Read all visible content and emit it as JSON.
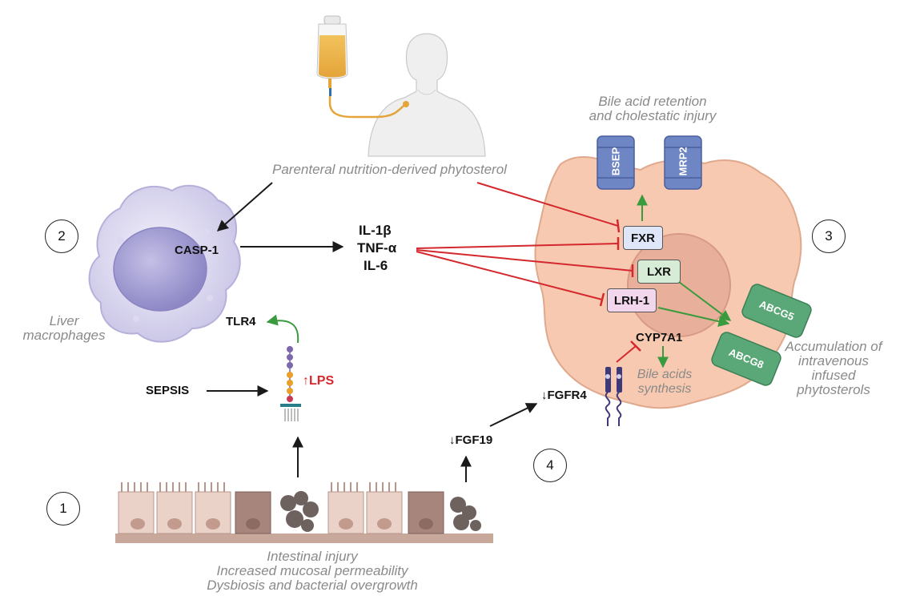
{
  "labels": {
    "parenteral": "Parenteral nutrition-derived phytosterol",
    "bile_retention_1": "Bile acid retention",
    "bile_retention_2": "and cholestatic injury",
    "liver_macrophages_1": "Liver",
    "liver_macrophages_2": "macrophages",
    "accumulation_1": "Accumulation of",
    "accumulation_2": "intravenous",
    "accumulation_3": "infused",
    "accumulation_4": "phytosterols",
    "intestinal_1": "Intestinal injury",
    "intestinal_2": "Increased mucosal permeability",
    "intestinal_3": "Dysbiosis and bacterial overgrowth",
    "bile_synthesis_1": "Bile acids",
    "bile_synthesis_2": "synthesis"
  },
  "molecules": {
    "casp1": "CASP-1",
    "il1b": "IL-1β",
    "tnfa": "TNF-α",
    "il6": "IL-6",
    "tlr4": "TLR4",
    "sepsis": "SEPSIS",
    "lps": "↑LPS",
    "fgf19": "↓FGF19",
    "fgfr4": "↓FGFR4",
    "cyp7a1": "CYP7A1",
    "fxr": "FXR",
    "lxr": "LXR",
    "lrh1": "LRH-1",
    "bsep": "BSEP",
    "mrp2": "MRP2",
    "abcg5": "ABCG5",
    "abcg8": "ABCG8"
  },
  "steps": [
    "1",
    "2",
    "3",
    "4"
  ],
  "colors": {
    "inhibit": "#d4282e",
    "activate": "#3a9a3e",
    "arrow": "#1a1a1a",
    "hepatocyte": "#f7c9b0",
    "nucleus": "#e8b09a",
    "transporter": "#6f86c4",
    "abcg": "#5aa878",
    "fxr_box": "#dfe6f7",
    "lxr_box": "#d7ecd6",
    "lrh_box": "#f2d6ec",
    "lps_text": "#d4282e"
  }
}
